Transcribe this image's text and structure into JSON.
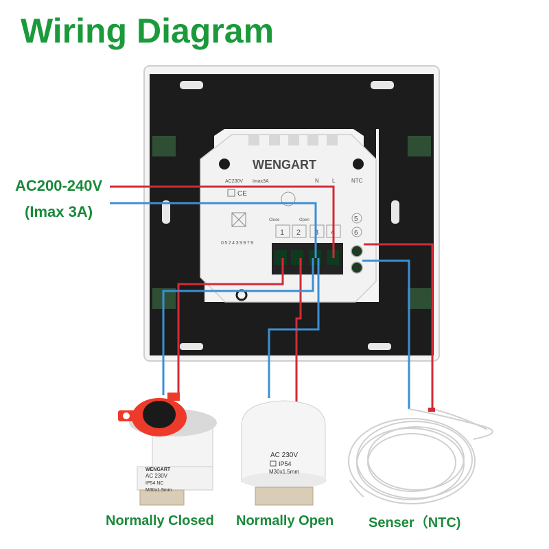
{
  "title": "Wiring Diagram",
  "supply": {
    "voltage": "AC200-240V",
    "current": "(Imax 3A)"
  },
  "device": {
    "brand": "WENGART",
    "spec_voltage": "AC230V",
    "spec_current": "Imax3A",
    "ce_mark": "CE",
    "term_n": "N",
    "term_l": "L",
    "term_ntc": "NTC",
    "close_label": "Close",
    "open_label": "Open",
    "t1": "1",
    "t2": "2",
    "t3": "3",
    "t4": "4",
    "t5": "5",
    "t6": "6",
    "serial": "052439979"
  },
  "actuator_nc": {
    "brand": "WENGART",
    "line1": "AC 230V",
    "line2": "IP54 NC",
    "line3": "M30x1.5mm"
  },
  "actuator_no": {
    "line1": "AC 230V",
    "line2": "IP54",
    "line3": "M30x1.5mm"
  },
  "labels": {
    "nc": "Normally Closed",
    "no": "Normally Open",
    "sensor": "Senser（NTC)"
  },
  "colors": {
    "title": "#1a9a3a",
    "live": "#d42a35",
    "neutral": "#3b8fd4",
    "panel": "#1c1c1c"
  }
}
